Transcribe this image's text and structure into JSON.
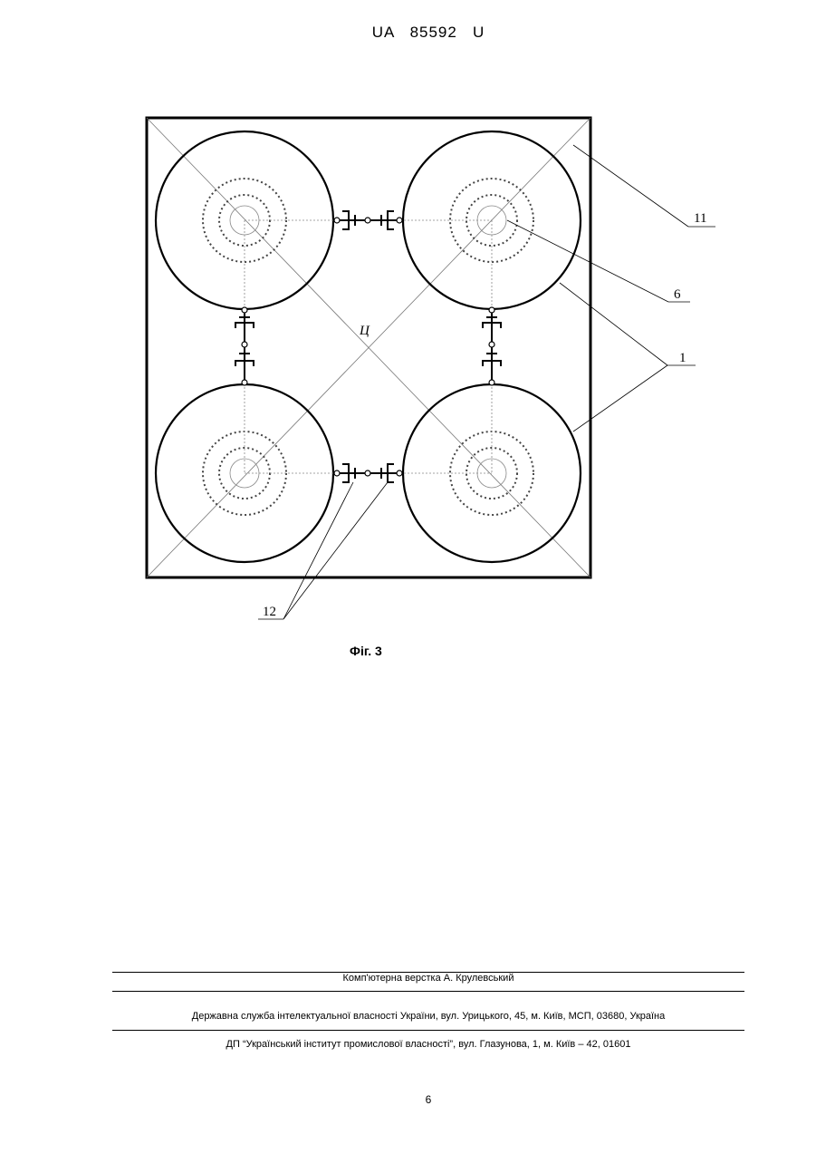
{
  "header": {
    "country": "UA",
    "number": "85592",
    "kind": "U"
  },
  "figure": {
    "caption": "Фіг. 3",
    "center_label": "Ц",
    "callouts": {
      "frame": "11",
      "center_element": "6",
      "tank": "1",
      "connector": "12"
    }
  },
  "footer": {
    "layout_credit": "Комп'ютерна верстка А. Крулевський",
    "agency": "Державна служба інтелектуальної власності України, вул. Урицького, 45, м. Київ, МСП, 03680, Україна",
    "institute": "ДП “Український інститут промислової власності”, вул. Глазунова, 1, м. Київ – 42, 01601"
  },
  "page_number": "6"
}
